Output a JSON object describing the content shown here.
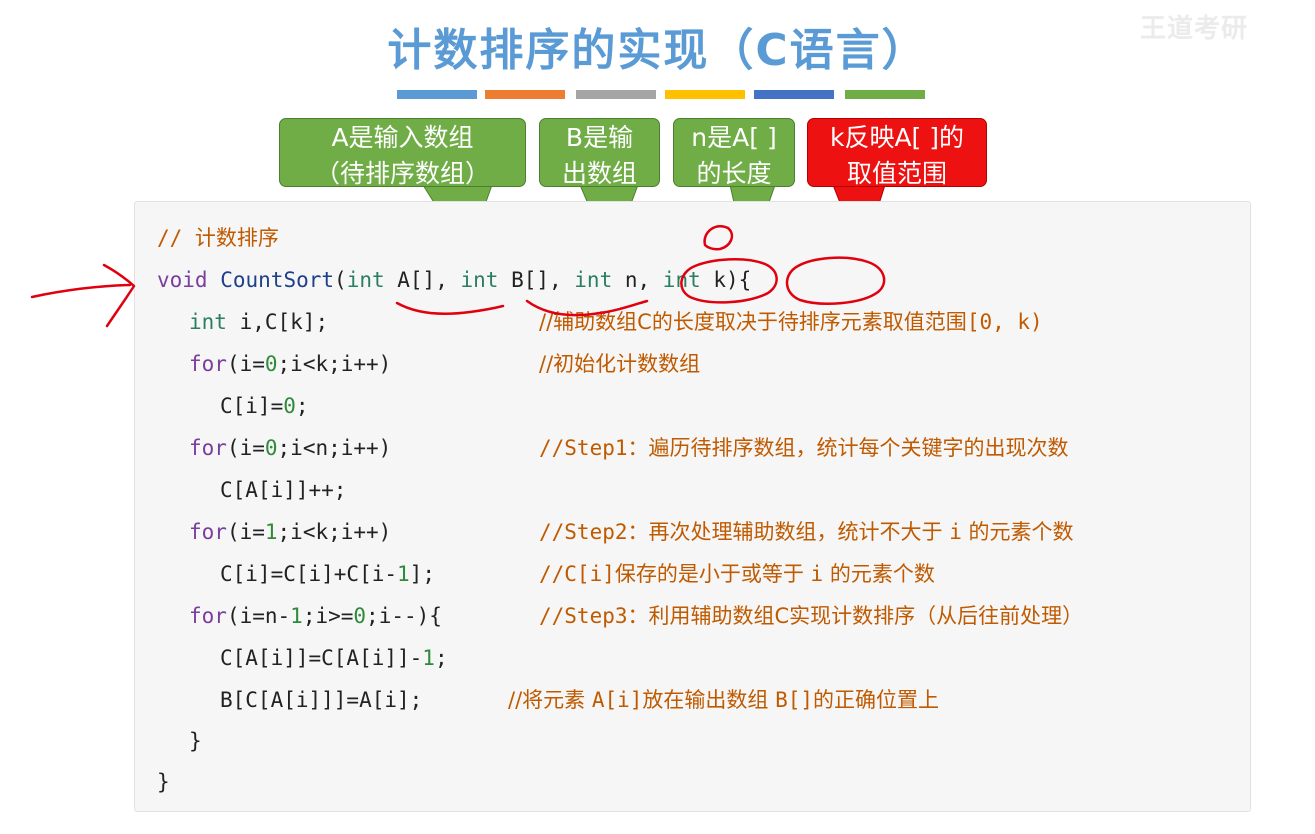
{
  "title": "计数排序的实现（C语言）",
  "watermark": "王道考研",
  "color_bars": [
    "#5b9bd5",
    "#ed7d31",
    "#a5a5a5",
    "#ffc000",
    "#4472c4",
    "#70ad47"
  ],
  "callouts": [
    {
      "line1": "A是输入数组",
      "line2": "（待排序数组）",
      "color": "#70ad47"
    },
    {
      "line1": "B是输",
      "line2": "出数组",
      "color": "#70ad47"
    },
    {
      "line1": "n是A[ ]",
      "line2": "的长度",
      "color": "#70ad47"
    },
    {
      "line1": "k反映A[ ]的",
      "line2": "取值范围",
      "color": "#ee1111"
    }
  ],
  "code": {
    "comment_header": "// 计数排序",
    "signature": {
      "kw_void": "void",
      "fn_name": "CountSort",
      "open": "(",
      "type1": "int",
      "arg1": " A[], ",
      "type2": "int",
      "arg2": " B[], ",
      "type3": "int",
      "arg3": " n, ",
      "type4": "int",
      "arg4": " k){"
    },
    "decl": {
      "type": "int",
      "rest": " i,C[k];",
      "comment_prefix": "//辅助数组C的长度取决于待排序元素取值范围",
      "comment_mono": "[0, k)"
    },
    "loop1": {
      "kw": "for",
      "pre": "(i=",
      "n0": "0",
      "mid": ";i<k;i++)",
      "comment": "//初始化计数数组"
    },
    "loop1_body": {
      "pre": "C[i]=",
      "n0": "0",
      "post": ";"
    },
    "loop2": {
      "kw": "for",
      "pre": "(i=",
      "n0": "0",
      "mid": ";i<n;i++)",
      "comment_mono": "//Step1",
      "comment_cn": "：遍历待排序数组，统计每个关键字的出现次数"
    },
    "loop2_body": "C[A[i]]++;",
    "loop3": {
      "kw": "for",
      "pre": "(i=",
      "n1": "1",
      "mid": ";i<k;i++)",
      "comment_mono": "//Step2",
      "comment_cn": "：再次处理辅助数组，统计不大于 ",
      "comment_var": "i",
      "comment_cn2": " 的元素个数"
    },
    "loop3_body": {
      "pre": "C[i]=C[i]+C[i-",
      "n1": "1",
      "post": "];",
      "comment_mono": "//C[i]",
      "comment_cn": "保存的是小于或等于 ",
      "comment_var": "i",
      "comment_cn2": " 的元素个数"
    },
    "loop4": {
      "kw": "for",
      "pre": "(i=n-",
      "n1": "1",
      "mid": ";i>=",
      "n0": "0",
      "post": ";i--){",
      "comment_mono": "//Step3",
      "comment_cn": "：利用辅助数组C实现计数排序（从后往前处理）"
    },
    "loop4_body1": {
      "pre": "C[A[i]]=C[A[i]]-",
      "n1": "1",
      "post": ";"
    },
    "loop4_body2": {
      "code": "B[C[A[i]]]=A[i];",
      "comment_cn": "//将元素 ",
      "comment_mono": "A[i]",
      "comment_cn2": "放在输出数组 ",
      "comment_mono2": "B[]",
      "comment_cn3": "的正确位置上"
    },
    "close_inner": "}",
    "close_outer": "}"
  }
}
